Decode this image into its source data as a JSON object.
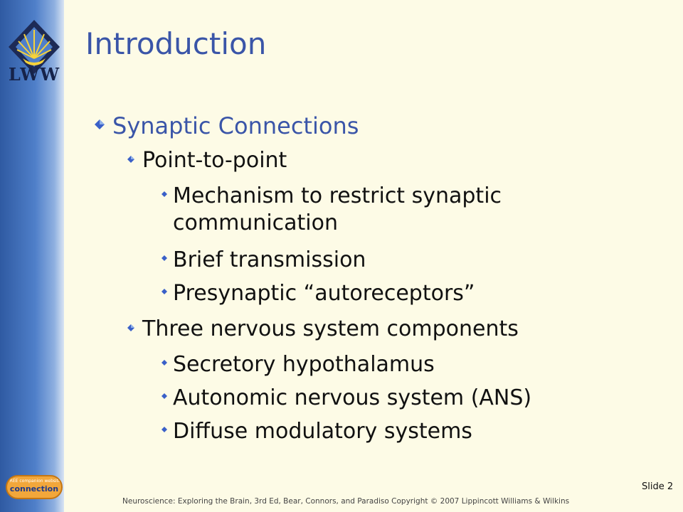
{
  "sidebar": {
    "logo_text": "LWW",
    "badge_top": "FREE companion website",
    "badge_main": "connection"
  },
  "slide": {
    "title": "Introduction",
    "bullets": {
      "synaptic": "Synaptic Connections",
      "point": "Point-to-point",
      "mechanism_line1": "Mechanism to restrict synaptic",
      "mechanism_line2": "communication",
      "brief": "Brief transmission",
      "presynaptic": "Presynaptic “autoreceptors”",
      "three": "Three nervous system components",
      "secretory": "Secretory hypothalamus",
      "autonomic": "Autonomic nervous system (ANS)",
      "diffuse": "Diffuse modulatory systems"
    },
    "slide_number": "Slide 2",
    "footer": "Neuroscience:  Exploring the Brain,  3rd Ed, Bear,  Connors,  and Paradiso  Copyright © 2007 Lippincott  Williams & Wilkins"
  },
  "colors": {
    "background": "#fdfbe6",
    "sidebar": "#4f7fc9",
    "heading": "#3a55a8",
    "bullet": "#3a60c8"
  }
}
